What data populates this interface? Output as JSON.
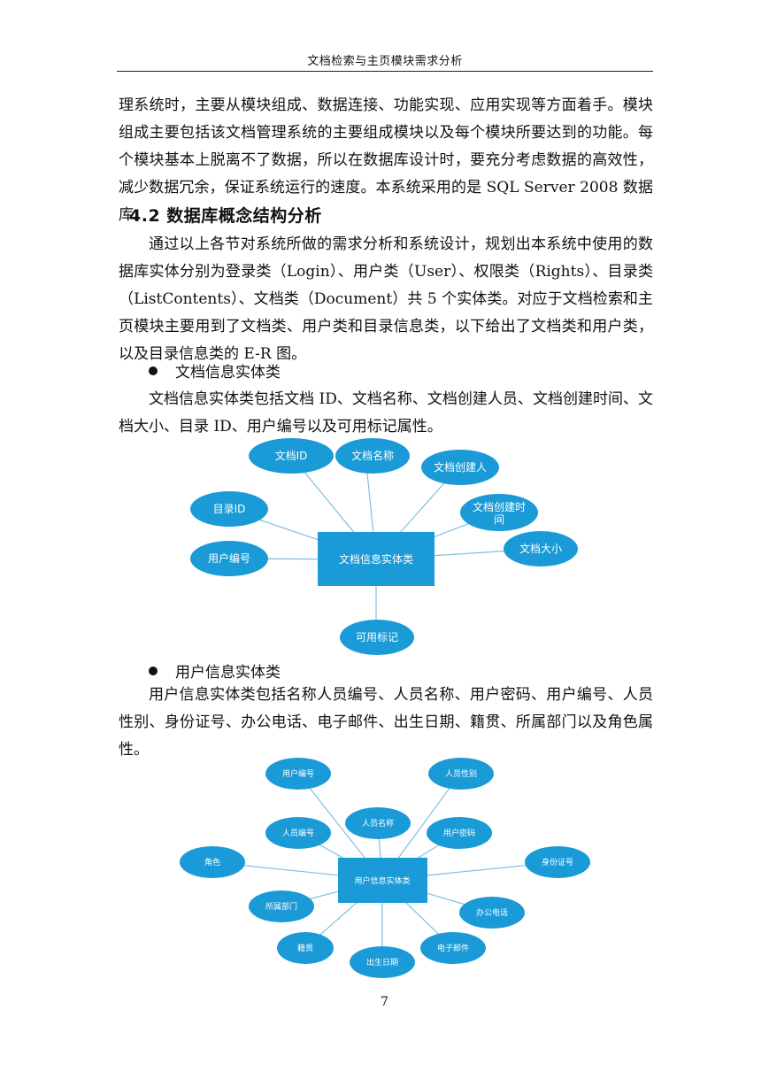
{
  "header": {
    "title": "文档检索与主页模块需求分析"
  },
  "paragraphs": {
    "p1": "理系统时，主要从模块组成、数据连接、功能实现、应用实现等方面着手。模块组成主要包括该文档管理系统的主要组成模块以及每个模块所要达到的功能。每个模块基本上脱离不了数据，所以在数据库设计时，要充分考虑数据的高效性，减少数据冗余，保证系统运行的速度。本系统采用的是 SQL Server 2008 数据库。",
    "heading": "4.2 数据库概念结构分析",
    "p2": "通过以上各节对系统所做的需求分析和系统设计，规划出本系统中使用的数据库实体分别为登录类（Login）、用户类（User）、权限类（Rights）、目录类（ListContents）、文档类（Document）共 5 个实体类。对应于文档检索和主页模块主要用到了文档类、用户类和目录信息类，以下给出了文档类和用户类，以及目录信息类的 E-R 图。",
    "bullet1": "文档信息实体类",
    "p3": "文档信息实体类包括文档 ID、文档名称、文档创建人员、文档创建时间、文档大小、目录 ID、用户编号以及可用标记属性。",
    "bullet2": "用户信息实体类",
    "p4": "用户信息实体类包括名称人员编号、人员名称、用户密码、用户编号、人员性别、身份证号、办公电话、电子邮件、出生日期、籍贯、所属部门以及角色属性。"
  },
  "diagram1": {
    "entity": "文档信息实体类",
    "attributes": [
      "文档ID",
      "文档名称",
      "文档创建人",
      "文档创建时",
      "间",
      "目录ID",
      "文档大小",
      "用户编号",
      "可用标记"
    ]
  },
  "diagram2": {
    "entity": "用户信息实体类",
    "attributes": [
      "用户编号",
      "人员性别",
      "人员名称",
      "人员编号",
      "用户密码",
      "角色",
      "身份证号",
      "所属部门",
      "办公电话",
      "籍贯",
      "电子邮件",
      "出生日期"
    ]
  },
  "colors": {
    "accent": "#1a9ad6",
    "line": "#7fbfe0"
  },
  "footer": {
    "page_number": "7"
  }
}
